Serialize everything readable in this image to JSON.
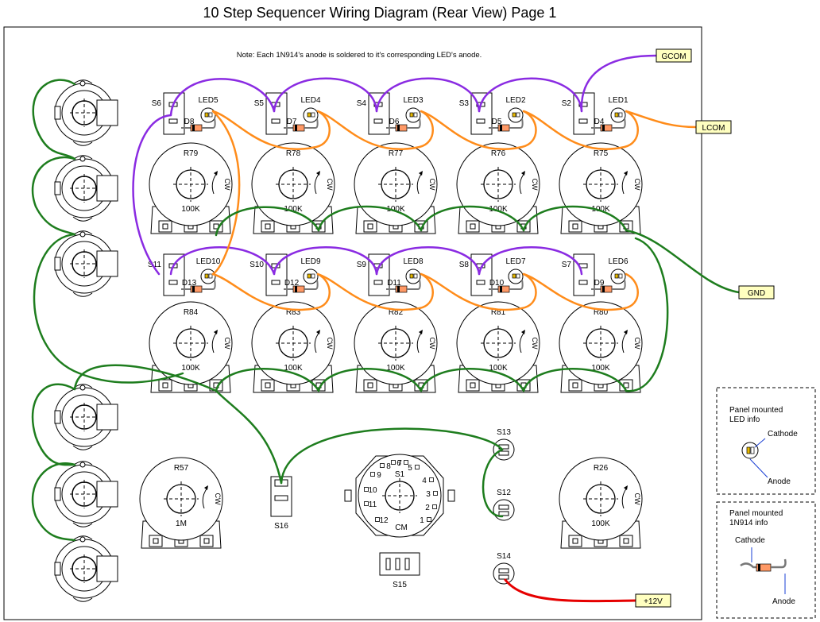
{
  "title": "10 Step Sequencer Wiring Diagram (Rear View) Page 1",
  "note": "Note: Each 1N914's anode is  soldered to it's corresponding LED's anode.",
  "pot_value_default": "100K",
  "pot_value_r57": "1M",
  "pot_cw_mark": "CW",
  "top_row": {
    "switches": [
      "S6",
      "S5",
      "S4",
      "S3",
      "S2"
    ],
    "leds": [
      "LED5",
      "LED4",
      "LED3",
      "LED2",
      "LED1"
    ],
    "diodes": [
      "D8",
      "D7",
      "D6",
      "D5",
      "D4"
    ],
    "pots": [
      "R79",
      "R78",
      "R77",
      "R76",
      "R75"
    ]
  },
  "bottom_row": {
    "switches": [
      "S11",
      "S10",
      "S9",
      "S8",
      "S7"
    ],
    "leds": [
      "LED10",
      "LED9",
      "LED8",
      "LED7",
      "LED6"
    ],
    "diodes": [
      "D13",
      "D12",
      "D11",
      "D10",
      "D9"
    ],
    "pots": [
      "R84",
      "R83",
      "R82",
      "R81",
      "R80"
    ]
  },
  "other": {
    "r57": "R57",
    "r26": "R26",
    "s16": "S16",
    "s15": "S15",
    "s13": "S13",
    "s12": "S12",
    "s14": "S14",
    "rotary_s1": "S1",
    "rotary_numbers": [
      "1",
      "2",
      "3",
      "4",
      "5",
      "6",
      "7",
      "8",
      "9",
      "10",
      "11",
      "12"
    ],
    "rotary_cm": "CM"
  },
  "tags": {
    "gcom": "GCOM",
    "lcom": "LCOM",
    "gnd": "GND",
    "plus12v": "+12V"
  },
  "info_led": {
    "title_line1": "Panel mounted",
    "title_line2": "LED info",
    "cathode": "Cathode",
    "anode": "Anode"
  },
  "info_diode": {
    "title_line1": "Panel mounted",
    "title_line2": "1N914 info",
    "cathode": "Cathode",
    "anode": "Anode"
  },
  "colors": {
    "purple": "#8a2be2",
    "orange": "#ff8c1a",
    "green": "#1e7d1e",
    "red": "#e60000",
    "tag_fill": "#ffffc0",
    "diode_band": "#ff9966",
    "led_pin": "#e6b800"
  }
}
